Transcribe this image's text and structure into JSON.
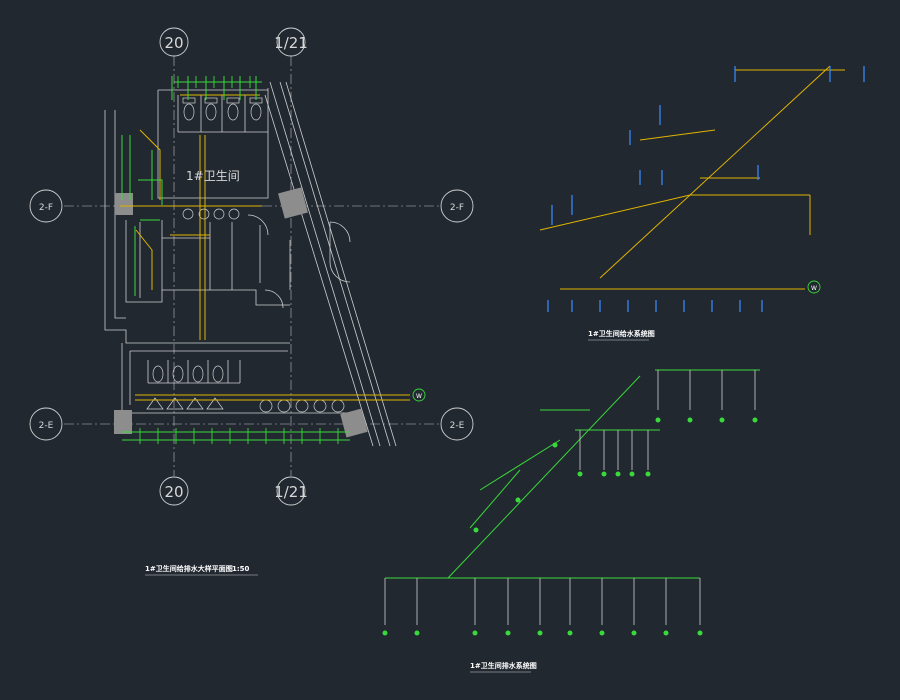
{
  "axes": {
    "col_a": "20",
    "col_b": "1/21",
    "row_top": "2-F",
    "row_bottom": "2-E"
  },
  "room_label": "1#卫生间",
  "titles": {
    "plan": "1#卫生间给排水大样平面图",
    "plan_scale": "1:50",
    "supply_iso": "1#卫生间给水系统图",
    "drain_iso": "1#卫生间排水系统图"
  },
  "colors": {
    "background": "#212830",
    "supply_pipe": "#e0b400",
    "drain_pipe": "#39d93a",
    "wall": "#cfcfcf",
    "annotation": "#3a8cff"
  }
}
